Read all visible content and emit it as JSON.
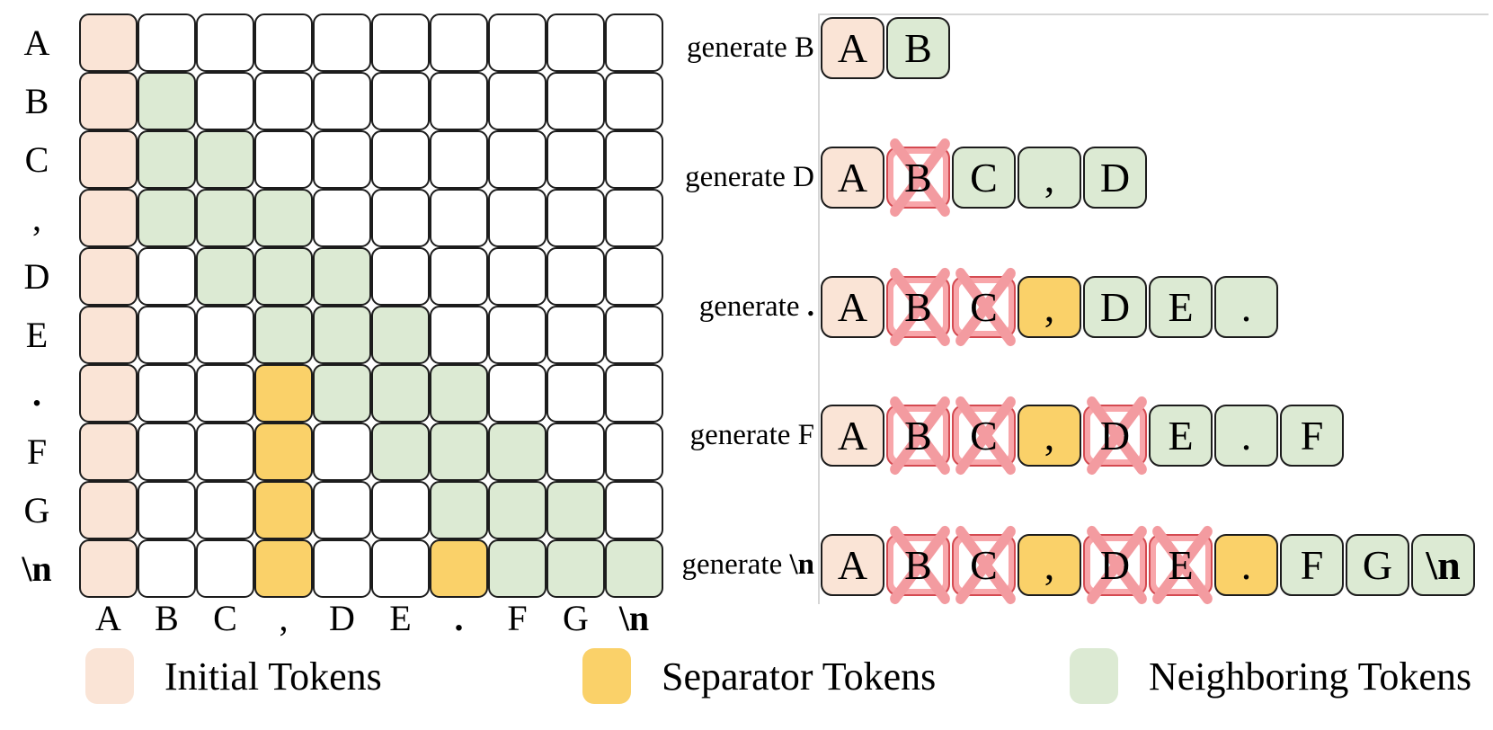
{
  "palette": {
    "initial": "#fae4d6",
    "neighboring": "#dcead3",
    "separator": "#fad169",
    "crossed_band": "#f8a6aa",
    "crossed_border": "#d44a51",
    "x_mark": "#f39ba0"
  },
  "matrix": {
    "row_labels": [
      "A",
      "B",
      "C",
      ",",
      "D",
      "E",
      ".",
      "F",
      "G",
      "\\n"
    ],
    "col_labels": [
      "A",
      "B",
      "C",
      ",",
      "D",
      "E",
      ".",
      "F",
      "G",
      "\\n"
    ],
    "cells": [
      [
        "init",
        "",
        "",
        "",
        "",
        "",
        "",
        "",
        "",
        ""
      ],
      [
        "init",
        "nb",
        "",
        "",
        "",
        "",
        "",
        "",
        "",
        ""
      ],
      [
        "init",
        "nb",
        "nb",
        "",
        "",
        "",
        "",
        "",
        "",
        ""
      ],
      [
        "init",
        "nb",
        "nb",
        "nb",
        "",
        "",
        "",
        "",
        "",
        ""
      ],
      [
        "init",
        "",
        "nb",
        "nb",
        "nb",
        "",
        "",
        "",
        "",
        ""
      ],
      [
        "init",
        "",
        "",
        "nb",
        "nb",
        "nb",
        "",
        "",
        "",
        ""
      ],
      [
        "init",
        "",
        "",
        "sep",
        "nb",
        "nb",
        "nb",
        "",
        "",
        ""
      ],
      [
        "init",
        "",
        "",
        "sep",
        "",
        "nb",
        "nb",
        "nb",
        "",
        ""
      ],
      [
        "init",
        "",
        "",
        "sep",
        "",
        "",
        "nb",
        "nb",
        "nb",
        ""
      ],
      [
        "init",
        "",
        "",
        "sep",
        "",
        "",
        "sep",
        "nb",
        "nb",
        "nb"
      ]
    ]
  },
  "sequences": [
    {
      "verb": "generate ",
      "token": "B",
      "tokens": [
        {
          "t": "A",
          "s": "init"
        },
        {
          "t": "B",
          "s": "nb"
        }
      ]
    },
    {
      "verb": "generate ",
      "token": "D",
      "tokens": [
        {
          "t": "A",
          "s": "init"
        },
        {
          "t": "B",
          "s": "cross"
        },
        {
          "t": "C",
          "s": "nb"
        },
        {
          "t": ",",
          "s": "nb"
        },
        {
          "t": "D",
          "s": "nb"
        }
      ]
    },
    {
      "verb": "generate ",
      "token": ".",
      "tokens": [
        {
          "t": "A",
          "s": "init"
        },
        {
          "t": "B",
          "s": "cross"
        },
        {
          "t": "C",
          "s": "cross"
        },
        {
          "t": ",",
          "s": "sep"
        },
        {
          "t": "D",
          "s": "nb"
        },
        {
          "t": "E",
          "s": "nb"
        },
        {
          "t": ".",
          "s": "nb"
        }
      ]
    },
    {
      "verb": "generate ",
      "token": "F",
      "tokens": [
        {
          "t": "A",
          "s": "init"
        },
        {
          "t": "B",
          "s": "cross"
        },
        {
          "t": "C",
          "s": "cross"
        },
        {
          "t": ",",
          "s": "sep"
        },
        {
          "t": "D",
          "s": "cross"
        },
        {
          "t": "E",
          "s": "nb"
        },
        {
          "t": ".",
          "s": "nb"
        },
        {
          "t": "F",
          "s": "nb"
        }
      ]
    },
    {
      "verb": "generate ",
      "token": "\\n",
      "tokens": [
        {
          "t": "A",
          "s": "init"
        },
        {
          "t": "B",
          "s": "cross"
        },
        {
          "t": "C",
          "s": "cross"
        },
        {
          "t": ",",
          "s": "sep"
        },
        {
          "t": "D",
          "s": "cross"
        },
        {
          "t": "E",
          "s": "cross"
        },
        {
          "t": ".",
          "s": "sep"
        },
        {
          "t": "F",
          "s": "nb"
        },
        {
          "t": "G",
          "s": "nb"
        },
        {
          "t": "\\n",
          "s": "nb"
        }
      ]
    }
  ],
  "legend": [
    {
      "label": "Initial Tokens",
      "type": "init"
    },
    {
      "label": "Separator Tokens",
      "type": "sep"
    },
    {
      "label": "Neighboring Tokens",
      "type": "nb"
    }
  ]
}
